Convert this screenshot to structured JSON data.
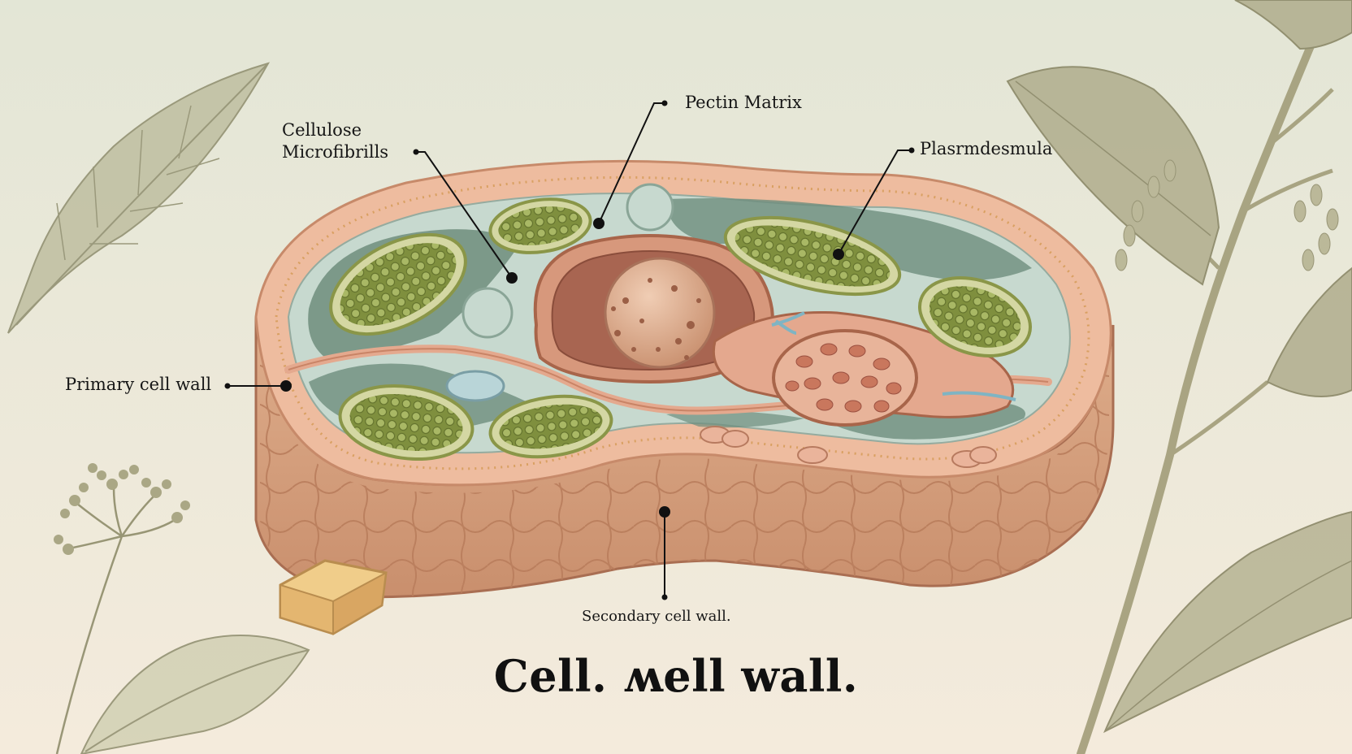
{
  "title": "Cell. ʍell wall.",
  "labels": {
    "cellulose": [
      "Cellulose",
      "Microfibrills"
    ],
    "pectin": "Pectin Matrix",
    "plasmodesmata": "Plasrmdesmula",
    "primary_wall": "Primary cell wall",
    "secondary_wall": "Secondary cell wall."
  },
  "colors": {
    "background_top": "#e3e6d6",
    "background_bottom": "#f4ebdc",
    "cell_wall_outer": "#e9b79a",
    "cell_wall_side": "#d79f7c",
    "cytoplasm": "#c9dbd0",
    "vacuole_dark": "#6f8f7f",
    "chloroplast": "#9aa95a",
    "chloroplast_rim": "#d4d7a3",
    "nucleus": "#d9a488",
    "nucleolus": "#e3c0a4",
    "foliage": "#a4a383",
    "pointer": "#111111"
  }
}
